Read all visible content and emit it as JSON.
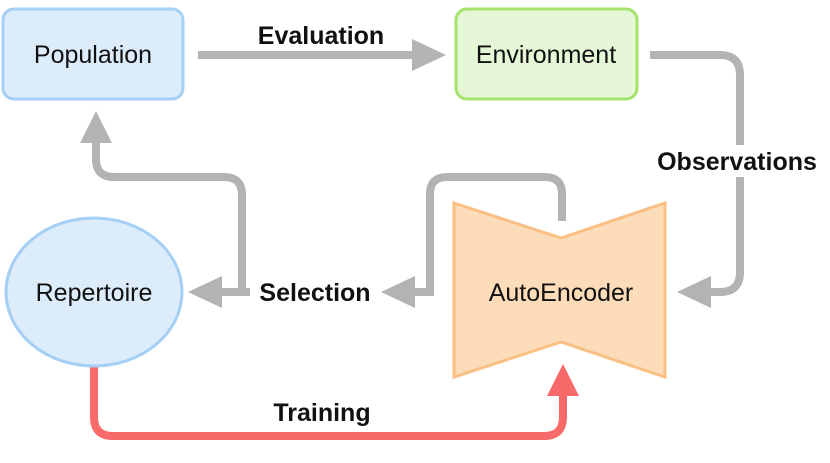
{
  "nodes": {
    "population": {
      "label": "Population",
      "fill": "#dcecfb",
      "stroke": "#a5cff5"
    },
    "environment": {
      "label": "Environment",
      "fill": "#e6f7d8",
      "stroke": "#a4e26c"
    },
    "repertoire": {
      "label": "Repertoire",
      "fill": "#dcecfb",
      "stroke": "#a5cff5"
    },
    "autoencoder": {
      "label": "AutoEncoder",
      "fill": "#fddcb9",
      "stroke": "#fbbf84"
    }
  },
  "edges": {
    "evaluation": {
      "label": "Evaluation",
      "color": "#b3b3b3"
    },
    "observations": {
      "label": "Observations",
      "color": "#b3b3b3"
    },
    "selection": {
      "label": "Selection",
      "color": "#b3b3b3"
    },
    "training": {
      "label": "Training",
      "color": "#f86a6a"
    }
  }
}
